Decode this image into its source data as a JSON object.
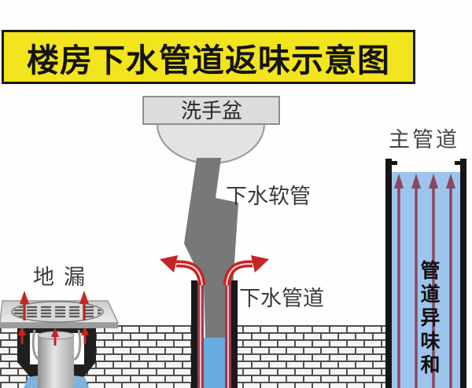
{
  "diagram": {
    "title": "楼房下水管道返味示意图",
    "parts": {
      "wash_basin": {
        "label": "洗手盆"
      },
      "drain_hose": {
        "label": "下水软管"
      },
      "drain_pipe": {
        "label": "下水管道"
      },
      "floor_drain": {
        "label": "地漏"
      },
      "main_pipe": {
        "label": "主管道",
        "vertical_caption": "管道异味和"
      }
    },
    "colors": {
      "banner_bg": "#f2e41d",
      "banner_text": "#141414",
      "odor_arrow_red": "#c42525",
      "main_pipe_arrow_maroon": "#8c4660",
      "drain_water_blue": "#6aacdf",
      "main_pipe_interior_blue": "#9cc4ec",
      "hose_gray": "#787878",
      "basin_gray": "#dcdcdc",
      "pipe_wall_black": "#1a1a1a",
      "pipe_lining_maroon": "#a03a4d",
      "brick_fill": "#f5f5f5",
      "brick_mortar": "#4f4f4f"
    }
  }
}
